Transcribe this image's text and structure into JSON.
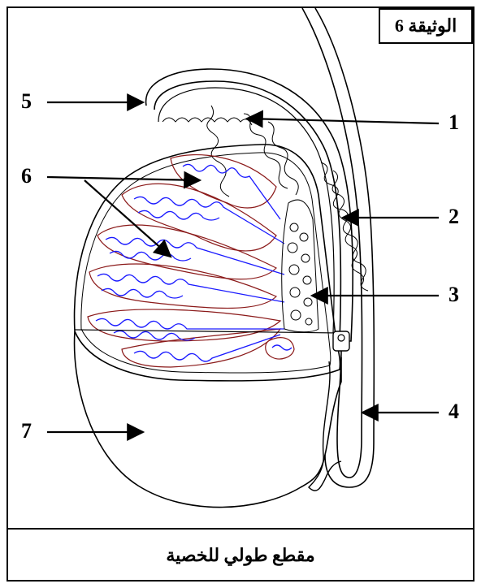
{
  "document_tag": "الوثيقة 6",
  "caption": "مقطع طولي للخصية",
  "labels": {
    "l1": "1",
    "l2": "2",
    "l3": "3",
    "l4": "4",
    "l5": "5",
    "l6": "6",
    "l7": "7"
  },
  "colors": {
    "outline": "#000000",
    "lobule_border": "#8b1a1a",
    "tubules": "#1a1aff"
  }
}
